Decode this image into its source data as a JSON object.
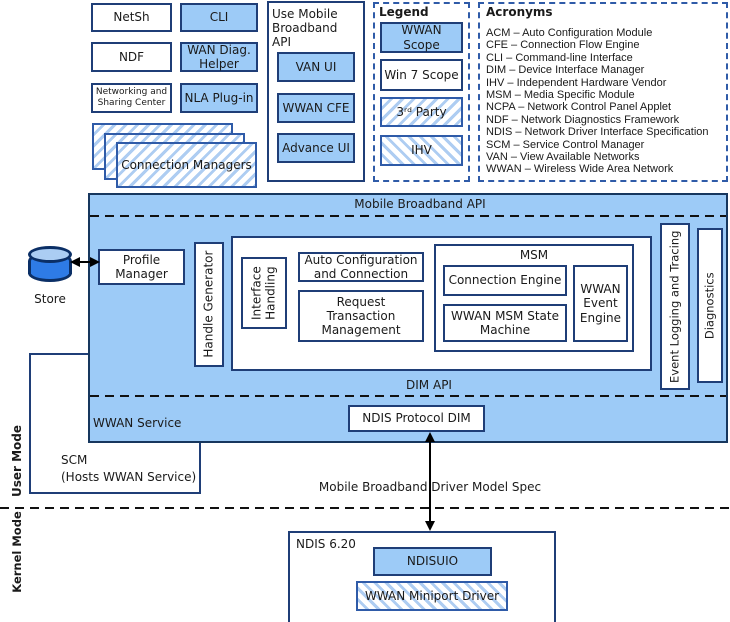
{
  "colors": {
    "fill_blue": "#9DCBF7",
    "border_navy": "#1F3E77",
    "dashed_blue": "#2F5BA8",
    "hatch_stripe": "#AECDF2",
    "cylinder_body": "#2E7BE6",
    "cylinder_top": "#ABCDF3"
  },
  "top_left": {
    "netsh": "NetSh",
    "cli": "CLI",
    "ndf": "NDF",
    "wan_diag": "WAN Diag. Helper",
    "nsc": "Networking and Sharing Center",
    "nla": "NLA Plug-in",
    "connection_managers": "Connection Managers"
  },
  "use_mobile": {
    "title": "Use Mobile Broadband API",
    "van_ui": "VAN UI",
    "wwan_cfe": "WWAN CFE",
    "advance_ui": "Advance UI"
  },
  "legend": {
    "title": "Legend",
    "items": [
      "WWAN Scope",
      "Win 7 Scope",
      "3ʳᵈ Party",
      "IHV"
    ]
  },
  "acronyms": {
    "title": "Acronyms",
    "items": [
      "ACM – Auto Configuration Module",
      "CFE – Connection Flow Engine",
      "CLI – Command-line Interface",
      "DIM – Device Interface Manager",
      "IHV – Independent Hardware Vendor",
      "MSM – Media Specific Module",
      "NCPA – Network Control Panel Applet",
      "NDF – Network Diagnostics Framework",
      "NDIS – Network Driver Interface Specification",
      "SCM – Service Control Manager",
      "VAN – View Available Networks",
      "WWAN – Wireless Wide Area Network"
    ]
  },
  "main": {
    "title": "Mobile Broadband API",
    "profile_manager": "Profile Manager",
    "handle_generator": "Handle Generator",
    "interface_handling": "Interface Handling",
    "auto_config": "Auto Configuration and Connection",
    "request_tx": "Request Transaction Management",
    "msm": {
      "title": "MSM",
      "connection_engine": "Connection Engine",
      "state_machine": "WWAN MSM State Machine",
      "event_engine": "WWAN Event Engine"
    },
    "event_logging": "Event Logging and Tracing",
    "diagnostics": "Diagnostics",
    "dim_api": "DIM API",
    "ndis_protocol_dim": "NDIS Protocol DIM",
    "wwan_service": "WWAN Service"
  },
  "store_label": "Store",
  "scm": {
    "line1": "SCM",
    "line2": "(Hosts WWAN Service)"
  },
  "modes": {
    "user": "User Mode",
    "kernel": "Kernel Mode"
  },
  "driver_spec": "Mobile Broadband Driver Model Spec",
  "kernel_area": {
    "ndis_title": "NDIS 6.20",
    "ndisuio": "NDISUIO",
    "miniport": "WWAN Miniport Driver"
  }
}
